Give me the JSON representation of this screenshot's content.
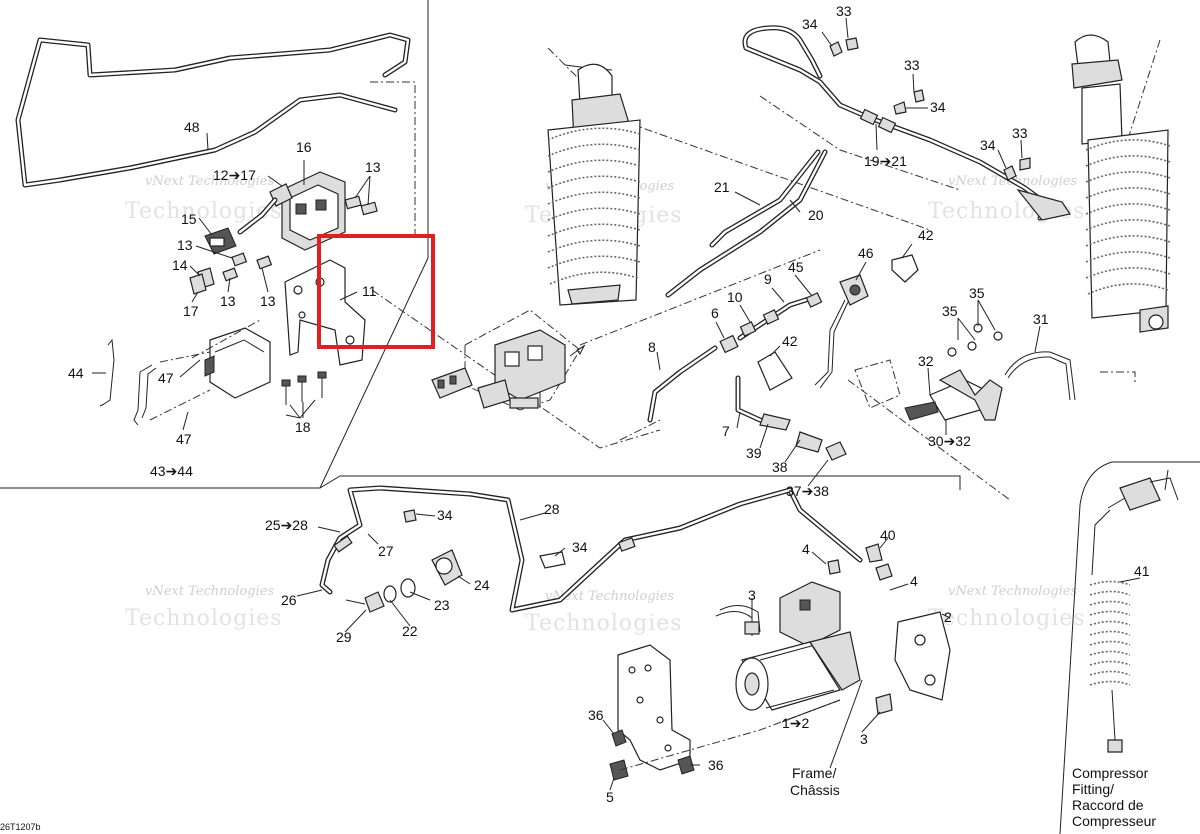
{
  "callouts": [
    {
      "id": "c48",
      "text": "48"
    },
    {
      "id": "c16",
      "text": "16"
    },
    {
      "id": "c12-17",
      "text": "12➔17"
    },
    {
      "id": "c13a",
      "text": "13"
    },
    {
      "id": "c15",
      "text": "15"
    },
    {
      "id": "c13b",
      "text": "13"
    },
    {
      "id": "c14",
      "text": "14"
    },
    {
      "id": "c13c",
      "text": "13"
    },
    {
      "id": "c13d",
      "text": "13"
    },
    {
      "id": "c17",
      "text": "17"
    },
    {
      "id": "c11",
      "text": "11"
    },
    {
      "id": "c44",
      "text": "44"
    },
    {
      "id": "c47a",
      "text": "47"
    },
    {
      "id": "c47b",
      "text": "47"
    },
    {
      "id": "c18",
      "text": "18"
    },
    {
      "id": "c43-44",
      "text": "43➔44"
    },
    {
      "id": "c34a",
      "text": "34"
    },
    {
      "id": "c33a",
      "text": "33"
    },
    {
      "id": "c33b",
      "text": "33"
    },
    {
      "id": "c34b",
      "text": "34"
    },
    {
      "id": "c34c",
      "text": "34"
    },
    {
      "id": "c33c",
      "text": "33"
    },
    {
      "id": "c19-21",
      "text": "19➔21"
    },
    {
      "id": "c21",
      "text": "21"
    },
    {
      "id": "c20",
      "text": "20"
    },
    {
      "id": "c46",
      "text": "46"
    },
    {
      "id": "c42a",
      "text": "42"
    },
    {
      "id": "c9",
      "text": "9"
    },
    {
      "id": "c45",
      "text": "45"
    },
    {
      "id": "c10",
      "text": "10"
    },
    {
      "id": "c6",
      "text": "6"
    },
    {
      "id": "c42b",
      "text": "42"
    },
    {
      "id": "c8",
      "text": "8"
    },
    {
      "id": "c7",
      "text": "7"
    },
    {
      "id": "c39",
      "text": "39"
    },
    {
      "id": "c38",
      "text": "38"
    },
    {
      "id": "c37-38",
      "text": "37➔38"
    },
    {
      "id": "c35a",
      "text": "35"
    },
    {
      "id": "c35b",
      "text": "35"
    },
    {
      "id": "c31",
      "text": "31"
    },
    {
      "id": "c32",
      "text": "32"
    },
    {
      "id": "c30-32",
      "text": "30➔32"
    },
    {
      "id": "c25-28",
      "text": "25➔28"
    },
    {
      "id": "c34d",
      "text": "34"
    },
    {
      "id": "c28",
      "text": "28"
    },
    {
      "id": "c27",
      "text": "27"
    },
    {
      "id": "c34e",
      "text": "34"
    },
    {
      "id": "c24",
      "text": "24"
    },
    {
      "id": "c26",
      "text": "26"
    },
    {
      "id": "c23",
      "text": "23"
    },
    {
      "id": "c22",
      "text": "22"
    },
    {
      "id": "c29",
      "text": "29"
    },
    {
      "id": "c40",
      "text": "40"
    },
    {
      "id": "c4a",
      "text": "4"
    },
    {
      "id": "c4b",
      "text": "4"
    },
    {
      "id": "c3a",
      "text": "3"
    },
    {
      "id": "c2",
      "text": "2"
    },
    {
      "id": "c41",
      "text": "41"
    },
    {
      "id": "c36a",
      "text": "36"
    },
    {
      "id": "c1-2",
      "text": "1➔2"
    },
    {
      "id": "c3b",
      "text": "3"
    },
    {
      "id": "c36b",
      "text": "36"
    },
    {
      "id": "c5",
      "text": "5"
    }
  ],
  "notes": {
    "frame_line1": "Frame/",
    "frame_line2": "Châssis",
    "compressor_line1": "Compressor",
    "compressor_line2": "Fitting/",
    "compressor_line3": "Raccord de",
    "compressor_line4": "Compresseur"
  },
  "drawing_code": "26T1207b",
  "watermark": {
    "line1": "vNext Technologies",
    "line2": "Technologies"
  },
  "highlight_color": "#e02020"
}
